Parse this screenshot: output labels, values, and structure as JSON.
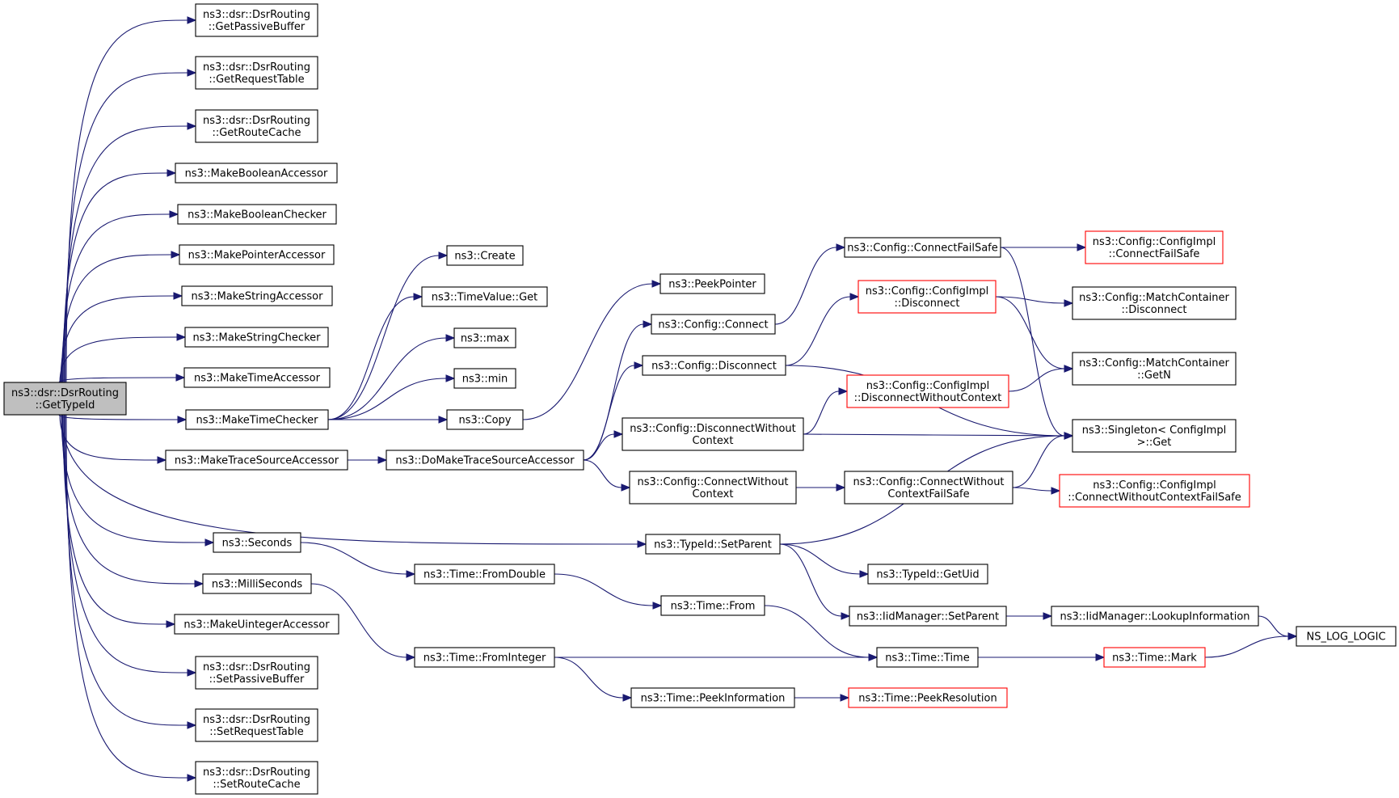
{
  "colors": {
    "edge": "#191970",
    "root_fill": "#bfbfbf",
    "truncated_border": "#ff0000",
    "node_border": "#000000"
  },
  "nodes": {
    "getTypeId": {
      "lines": [
        "ns3::dsr::DsrRouting",
        "::GetTypeId"
      ],
      "style": "root"
    },
    "getPassiveBuffer": {
      "lines": [
        "ns3::dsr::DsrRouting",
        "::GetPassiveBuffer"
      ]
    },
    "getRequestTable": {
      "lines": [
        "ns3::dsr::DsrRouting",
        "::GetRequestTable"
      ]
    },
    "getRouteCache": {
      "lines": [
        "ns3::dsr::DsrRouting",
        "::GetRouteCache"
      ]
    },
    "makeBooleanAccessor": {
      "lines": [
        "ns3::MakeBooleanAccessor"
      ]
    },
    "makeBooleanChecker": {
      "lines": [
        "ns3::MakeBooleanChecker"
      ]
    },
    "makePointerAccessor": {
      "lines": [
        "ns3::MakePointerAccessor"
      ]
    },
    "makeStringAccessor": {
      "lines": [
        "ns3::MakeStringAccessor"
      ]
    },
    "makeStringChecker": {
      "lines": [
        "ns3::MakeStringChecker"
      ]
    },
    "makeTimeAccessor": {
      "lines": [
        "ns3::MakeTimeAccessor"
      ]
    },
    "makeTimeChecker": {
      "lines": [
        "ns3::MakeTimeChecker"
      ]
    },
    "makeTraceSourceAccessor": {
      "lines": [
        "ns3::MakeTraceSourceAccessor"
      ]
    },
    "seconds": {
      "lines": [
        "ns3::Seconds"
      ]
    },
    "milliSeconds": {
      "lines": [
        "ns3::MilliSeconds"
      ]
    },
    "makeUintegerAccessor": {
      "lines": [
        "ns3::MakeUintegerAccessor"
      ]
    },
    "setPassiveBuffer": {
      "lines": [
        "ns3::dsr::DsrRouting",
        "::SetPassiveBuffer"
      ]
    },
    "setRequestTable": {
      "lines": [
        "ns3::dsr::DsrRouting",
        "::SetRequestTable"
      ]
    },
    "setRouteCache": {
      "lines": [
        "ns3::dsr::DsrRouting",
        "::SetRouteCache"
      ]
    },
    "create": {
      "lines": [
        "ns3::Create"
      ]
    },
    "timeValueGet": {
      "lines": [
        "ns3::TimeValue::Get"
      ]
    },
    "max": {
      "lines": [
        "ns3::max"
      ]
    },
    "min": {
      "lines": [
        "ns3::min"
      ]
    },
    "copy": {
      "lines": [
        "ns3::Copy"
      ]
    },
    "doMakeTraceSourceAccessor": {
      "lines": [
        "ns3::DoMakeTraceSourceAccessor"
      ]
    },
    "timeFromDouble": {
      "lines": [
        "ns3::Time::FromDouble"
      ]
    },
    "timeFromInteger": {
      "lines": [
        "ns3::Time::FromInteger"
      ]
    },
    "peekPointer": {
      "lines": [
        "ns3::PeekPointer"
      ]
    },
    "configConnect": {
      "lines": [
        "ns3::Config::Connect"
      ]
    },
    "configDisconnect": {
      "lines": [
        "ns3::Config::Disconnect"
      ]
    },
    "configDisconnectWithoutContext": {
      "lines": [
        "ns3::Config::DisconnectWithout",
        "Context"
      ]
    },
    "configConnectWithoutContext": {
      "lines": [
        "ns3::Config::ConnectWithout",
        "Context"
      ]
    },
    "typeIdSetParent": {
      "lines": [
        "ns3::TypeId::SetParent"
      ]
    },
    "timeFrom": {
      "lines": [
        "ns3::Time::From"
      ]
    },
    "timePeekInformation": {
      "lines": [
        "ns3::Time::PeekInformation"
      ]
    },
    "configConnectFailSafe": {
      "lines": [
        "ns3::Config::ConnectFailSafe"
      ]
    },
    "configImplDisconnect": {
      "lines": [
        "ns3::Config::ConfigImpl",
        "::Disconnect"
      ],
      "style": "red"
    },
    "configImplDisconnectWithoutContext": {
      "lines": [
        "ns3::Config::ConfigImpl",
        "::DisconnectWithoutContext"
      ],
      "style": "red"
    },
    "configConnectWithoutContextFailSafe": {
      "lines": [
        "ns3::Config::ConnectWithout",
        "ContextFailSafe"
      ]
    },
    "typeIdGetUid": {
      "lines": [
        "ns3::TypeId::GetUid"
      ]
    },
    "iidManagerSetParent": {
      "lines": [
        "ns3::IidManager::SetParent"
      ]
    },
    "timeTime": {
      "lines": [
        "ns3::Time::Time"
      ]
    },
    "timePeekResolution": {
      "lines": [
        "ns3::Time::PeekResolution"
      ],
      "style": "red"
    },
    "configImplConnectFailSafe": {
      "lines": [
        "ns3::Config::ConfigImpl",
        "::ConnectFailSafe"
      ],
      "style": "red"
    },
    "matchContainerDisconnect": {
      "lines": [
        "ns3::Config::MatchContainer",
        "::Disconnect"
      ]
    },
    "matchContainerGetN": {
      "lines": [
        "ns3::Config::MatchContainer",
        "::GetN"
      ]
    },
    "singletonGet": {
      "lines": [
        "ns3::Singleton< ConfigImpl",
        " >::Get"
      ]
    },
    "configImplConnectWithoutContextFailSafe": {
      "lines": [
        "ns3::Config::ConfigImpl",
        "::ConnectWithoutContextFailSafe"
      ],
      "style": "red"
    },
    "iidManagerLookupInformation": {
      "lines": [
        "ns3::IidManager::LookupInformation"
      ]
    },
    "timeMark": {
      "lines": [
        "ns3::Time::Mark"
      ],
      "style": "red"
    },
    "nsLogLogic": {
      "lines": [
        "NS_LOG_LOGIC"
      ]
    }
  },
  "edges": [
    [
      "getTypeId",
      "getPassiveBuffer"
    ],
    [
      "getTypeId",
      "getRequestTable"
    ],
    [
      "getTypeId",
      "getRouteCache"
    ],
    [
      "getTypeId",
      "makeBooleanAccessor"
    ],
    [
      "getTypeId",
      "makeBooleanChecker"
    ],
    [
      "getTypeId",
      "makePointerAccessor"
    ],
    [
      "getTypeId",
      "makeStringAccessor"
    ],
    [
      "getTypeId",
      "makeStringChecker"
    ],
    [
      "getTypeId",
      "makeTimeAccessor"
    ],
    [
      "getTypeId",
      "makeTimeChecker"
    ],
    [
      "getTypeId",
      "makeTraceSourceAccessor"
    ],
    [
      "getTypeId",
      "seconds"
    ],
    [
      "getTypeId",
      "milliSeconds"
    ],
    [
      "getTypeId",
      "makeUintegerAccessor"
    ],
    [
      "getTypeId",
      "setPassiveBuffer"
    ],
    [
      "getTypeId",
      "setRequestTable"
    ],
    [
      "getTypeId",
      "setRouteCache"
    ],
    [
      "getTypeId",
      "typeIdSetParent"
    ],
    [
      "makeTimeChecker",
      "create"
    ],
    [
      "makeTimeChecker",
      "timeValueGet"
    ],
    [
      "makeTimeChecker",
      "max"
    ],
    [
      "makeTimeChecker",
      "min"
    ],
    [
      "makeTimeChecker",
      "copy"
    ],
    [
      "copy",
      "peekPointer"
    ],
    [
      "makeTraceSourceAccessor",
      "doMakeTraceSourceAccessor"
    ],
    [
      "doMakeTraceSourceAccessor",
      "configConnect"
    ],
    [
      "doMakeTraceSourceAccessor",
      "configDisconnect"
    ],
    [
      "doMakeTraceSourceAccessor",
      "configDisconnectWithoutContext"
    ],
    [
      "doMakeTraceSourceAccessor",
      "configConnectWithoutContext"
    ],
    [
      "configConnect",
      "configConnectFailSafe"
    ],
    [
      "configConnectFailSafe",
      "configImplConnectFailSafe"
    ],
    [
      "configConnectFailSafe",
      "singletonGet"
    ],
    [
      "configDisconnect",
      "configImplDisconnect"
    ],
    [
      "configDisconnect",
      "singletonGet"
    ],
    [
      "configImplDisconnect",
      "matchContainerDisconnect"
    ],
    [
      "configImplDisconnect",
      "matchContainerGetN"
    ],
    [
      "configDisconnectWithoutContext",
      "configImplDisconnectWithoutContext"
    ],
    [
      "configDisconnectWithoutContext",
      "singletonGet"
    ],
    [
      "configImplDisconnectWithoutContext",
      "matchContainerGetN"
    ],
    [
      "configConnectWithoutContext",
      "configConnectWithoutContextFailSafe"
    ],
    [
      "configConnectWithoutContextFailSafe",
      "singletonGet"
    ],
    [
      "configConnectWithoutContextFailSafe",
      "configImplConnectWithoutContextFailSafe"
    ],
    [
      "typeIdSetParent",
      "singletonGet"
    ],
    [
      "typeIdSetParent",
      "typeIdGetUid"
    ],
    [
      "typeIdSetParent",
      "iidManagerSetParent"
    ],
    [
      "iidManagerSetParent",
      "iidManagerLookupInformation"
    ],
    [
      "iidManagerLookupInformation",
      "nsLogLogic"
    ],
    [
      "seconds",
      "timeFromDouble"
    ],
    [
      "timeFromDouble",
      "timeFrom"
    ],
    [
      "timeFrom",
      "timeTime"
    ],
    [
      "milliSeconds",
      "timeFromInteger"
    ],
    [
      "timeFromInteger",
      "timeTime"
    ],
    [
      "timeFromInteger",
      "timePeekInformation"
    ],
    [
      "timePeekInformation",
      "timePeekResolution"
    ],
    [
      "timeTime",
      "timeMark"
    ],
    [
      "timeMark",
      "nsLogLogic"
    ]
  ]
}
